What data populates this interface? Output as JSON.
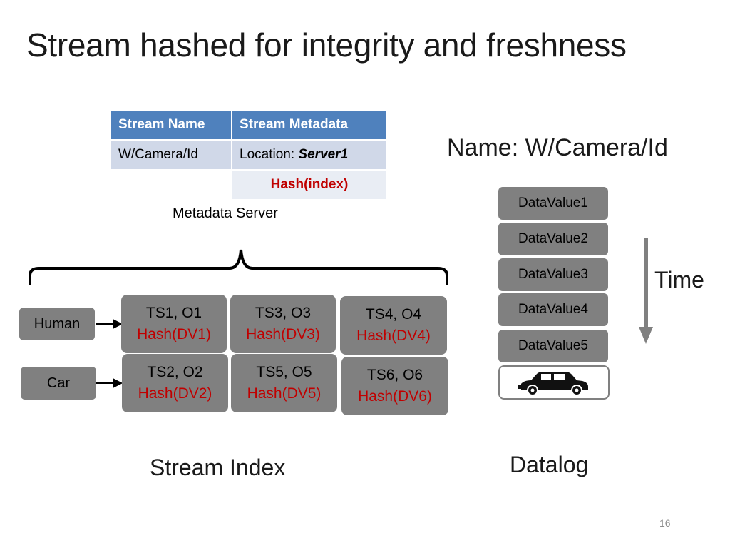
{
  "title": "Stream hashed for integrity and freshness",
  "metadata_table": {
    "header": [
      "Stream Name",
      "Stream Metadata"
    ],
    "row1": {
      "name": "W/Camera/Id",
      "location_label": "Location: ",
      "location_value": "Server1"
    },
    "row2": {
      "hash": "Hash(index)"
    }
  },
  "metadata_server_label": "Metadata Server",
  "name_label": "Name: W/Camera/Id",
  "sources": [
    "Human",
    "Car"
  ],
  "index_cells": [
    {
      "ts": "TS1, O1",
      "hash": "Hash(DV1)"
    },
    {
      "ts": "TS3, O3",
      "hash": "Hash(DV3)"
    },
    {
      "ts": "TS4, O4",
      "hash": "Hash(DV4)"
    },
    {
      "ts": "TS2, O2",
      "hash": "Hash(DV2)"
    },
    {
      "ts": "TS5, O5",
      "hash": "Hash(DV5)"
    },
    {
      "ts": "TS6, O6",
      "hash": "Hash(DV6)"
    }
  ],
  "datalog": [
    "DataValue1",
    "DataValue2",
    "DataValue3",
    "DataValue4",
    "DataValue5"
  ],
  "time_label": "Time",
  "stream_index_label": "Stream Index",
  "datalog_label": "Datalog",
  "page_number": "16",
  "colors": {
    "header_blue": "#4f81bd",
    "hash_red": "#c00000",
    "box_gray": "#808080"
  }
}
